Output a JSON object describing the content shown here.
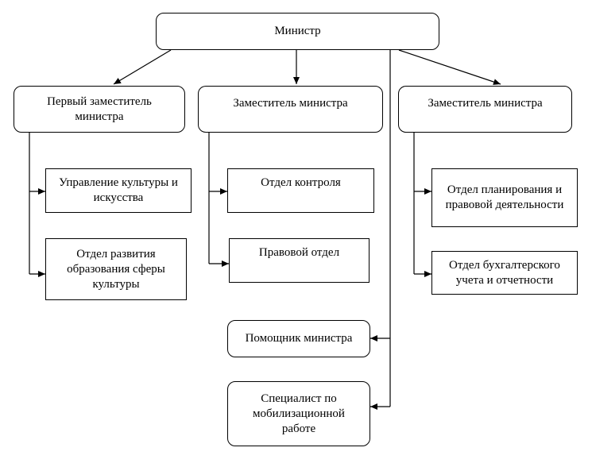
{
  "nodes": {
    "minister": "Министр",
    "first_deputy": "Первый заместитель министра",
    "deputy_2": "Заместитель министра",
    "deputy_3": "Заместитель министра",
    "dept_culture_arts": "Управление культуры и искусства",
    "dept_education": "Отдел развития образования сферы культуры",
    "dept_control": "Отдел контроля",
    "dept_legal": "Правовой отдел",
    "dept_planning": "Отдел планирования и правовой деятельности",
    "dept_accounting": "Отдел бухгалтерского учета и отчетности",
    "assistant": "Помощник министра",
    "mobilization": "Специалист по мобилизационной работе"
  },
  "edges": [
    {
      "from": "minister",
      "to": "first_deputy"
    },
    {
      "from": "minister",
      "to": "deputy_2"
    },
    {
      "from": "minister",
      "to": "deputy_3"
    },
    {
      "from": "minister",
      "to": "assistant"
    },
    {
      "from": "minister",
      "to": "mobilization"
    },
    {
      "from": "first_deputy",
      "to": "dept_culture_arts"
    },
    {
      "from": "first_deputy",
      "to": "dept_education"
    },
    {
      "from": "deputy_2",
      "to": "dept_control"
    },
    {
      "from": "deputy_2",
      "to": "dept_legal"
    },
    {
      "from": "deputy_3",
      "to": "dept_planning"
    },
    {
      "from": "deputy_3",
      "to": "dept_accounting"
    }
  ]
}
